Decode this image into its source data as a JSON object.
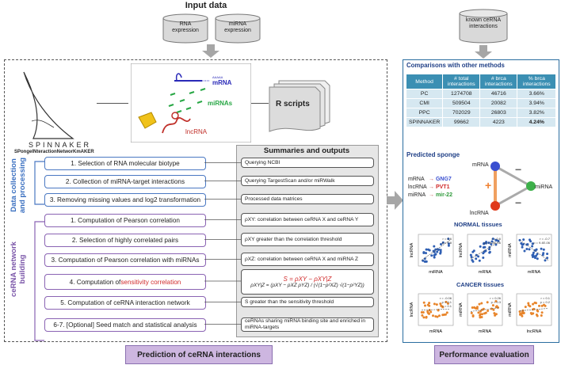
{
  "header": {
    "input_title": "Input data",
    "rna_expression": "RNA\nexpression",
    "mirna_expression": "miRNA\nexpression",
    "known_cerna": "known ceRNA\ninteractions"
  },
  "logo": {
    "name": "SPINNAKER",
    "subtitle": "SPongeINteractionNetworKmAKER"
  },
  "network": {
    "mrna": "mRNA",
    "mirnas": "miRNAs",
    "lncrna": "lncRNA",
    "aaaa": "AAAAA"
  },
  "r_scripts": "R scripts",
  "summaries_title": "Summaries and outputs",
  "side_labels": {
    "data_collection": "Data collection\nand processing",
    "cerna_building": "ceRNA network\nbuilding"
  },
  "steps": [
    {
      "label": "1. Selection of RNA molecular biotype"
    },
    {
      "label": "2. Collection of miRNA-target interactions"
    },
    {
      "label": "3. Removing missing values and log2 transformation"
    },
    {
      "label": "1. Computation of Pearson correlation"
    },
    {
      "label": "2. Selection of highly correlated pairs"
    },
    {
      "label": "3. Computation of Pearson correlation with miRNAs"
    },
    {
      "label_prefix": "4. Computation of ",
      "label_highlight": "sensitivity correlation"
    },
    {
      "label": "5. Computation of ceRNA interaction network"
    },
    {
      "label": "6-7. [Optional] Seed match and statistical analysis"
    }
  ],
  "outputs": [
    "Querying NCBI",
    "Querying TargestScan and/or miRWalk",
    "Processed data matrices",
    "ρXY: correlation between ceRNA X and ceRNA Y",
    "ρXY greater than the correlation threshold",
    "ρXZ: correlation between ceRNA X and miRNA Z",
    "",
    "S greater than the sensitivity threshold",
    "ceRNAs sharing miRNA binding site and enriched in miRNA-targets"
  ],
  "formula": {
    "line1": "S = ρXY − ρXY|Z",
    "line2": "ρXY|Z = (ρXY − ρXZ ρYZ) / (√(1−ρ²XZ) √(1−ρ²YZ))"
  },
  "bottom": {
    "left": "Prediction of ceRNA interactions",
    "right": "Performance evaluation"
  },
  "comparison": {
    "title": "Comparisons with other methods",
    "headers": [
      "Method",
      "# total\ninteractions",
      "# brca\ninteractions",
      "% brca\ninteractions"
    ],
    "rows": [
      [
        "PC",
        "1274708",
        "46716",
        "3.66%"
      ],
      [
        "CMI",
        "509504",
        "20082",
        "3.94%"
      ],
      [
        "PPC",
        "702029",
        "26803",
        "3.82%"
      ],
      [
        "SPINNAKER",
        "99662",
        "4223",
        "4.24%"
      ]
    ]
  },
  "sponge": {
    "title": "Predicted sponge",
    "rows": [
      {
        "type": "mRNA",
        "gene": "GNG7",
        "color": "#3a4fd0"
      },
      {
        "type": "lncRNA",
        "gene": "PVT1",
        "color": "#d02a2a"
      },
      {
        "type": "miRNA",
        "gene": "mir-22",
        "color": "#2e9a3a"
      }
    ],
    "node_mrna": "mRNA",
    "node_mirna": "miRNA",
    "node_lncrna": "lncRNA",
    "minus1": "−",
    "minus2": "−",
    "plus": "+"
  },
  "normal": {
    "title": "NORMAL tissues",
    "plots": [
      {
        "xlabel": "miRNA",
        "ylabel": "lncRNA",
        "stat": "r = 0.6\np = 0.8"
      },
      {
        "xlabel": "mRNA",
        "ylabel": "lncRNA",
        "stat": "r = 0.6\np = 9.8E-06"
      },
      {
        "xlabel": "mRNA",
        "ylabel": "miRNA",
        "stat": "r = -0.7\np = 9.4E-06"
      }
    ]
  },
  "cancer": {
    "title": "CANCER tissues",
    "plots": [
      {
        "xlabel": "mRNA",
        "ylabel": "lncRNA",
        "stat": "r = -0.06\np = 0.1\nr = 0.1"
      },
      {
        "xlabel": "mRNA",
        "ylabel": "miRNA",
        "stat": "r = 0.26\np = 0.3"
      },
      {
        "xlabel": "lncRNA",
        "ylabel": "miRNA",
        "stat": "r = 0.1\np = 0.2"
      }
    ]
  },
  "colors": {
    "step_border": "#4a78c2",
    "purple": "#8a63b3",
    "table_header": "#3b8fb3",
    "table_cell": "#d6e8f1",
    "normal_dot": "#2f5fb3",
    "cancer_dot": "#e8852b"
  }
}
